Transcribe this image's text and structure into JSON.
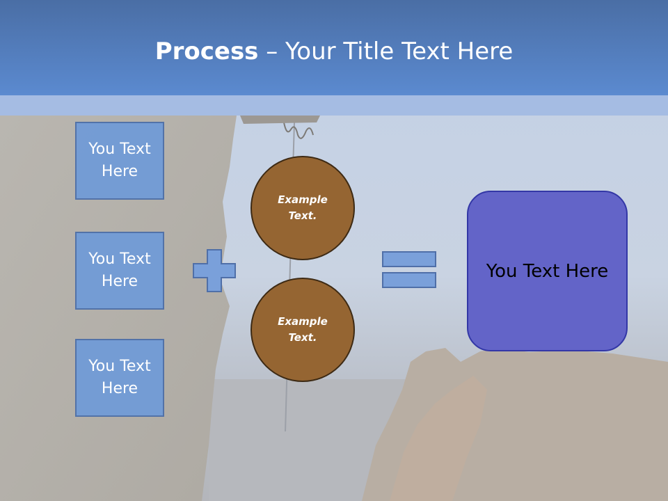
{
  "slide": {
    "title_bold": "Process",
    "title_rest": " – Your Title Text Here"
  },
  "inputs": [
    {
      "label": "You Text Here"
    },
    {
      "label": "You Text Here"
    },
    {
      "label": "You Text Here"
    }
  ],
  "circles": [
    {
      "label": "Example Text."
    },
    {
      "label": "Example Text."
    }
  ],
  "result": {
    "label": "You Text Here"
  },
  "colors": {
    "header": "#5b8ad0",
    "box_fill": "#7a9fd6",
    "circle_fill": "#956532",
    "result_fill": "#6364c8",
    "symbol_fill": "#7aa0da"
  },
  "icons": {
    "plus": "plus-icon",
    "equals": "equals-icon"
  }
}
